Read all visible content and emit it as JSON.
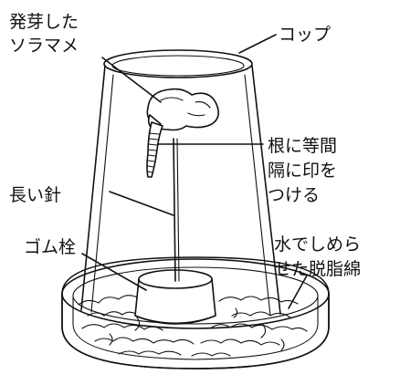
{
  "labels": {
    "sprouted_bean_line1": "発芽した",
    "sprouted_bean_line2": "ソラマメ",
    "cup": "コップ",
    "mark_line1": "根に等間",
    "mark_line2": "隔に印を",
    "mark_line3": "つける",
    "needle": "長い針",
    "rubber_stopper": "ゴム栓",
    "cotton_line1": "水でしめら",
    "cotton_line2": "せた脱脂綿"
  },
  "colors": {
    "ink": "#111111",
    "paper": "#ffffff"
  }
}
